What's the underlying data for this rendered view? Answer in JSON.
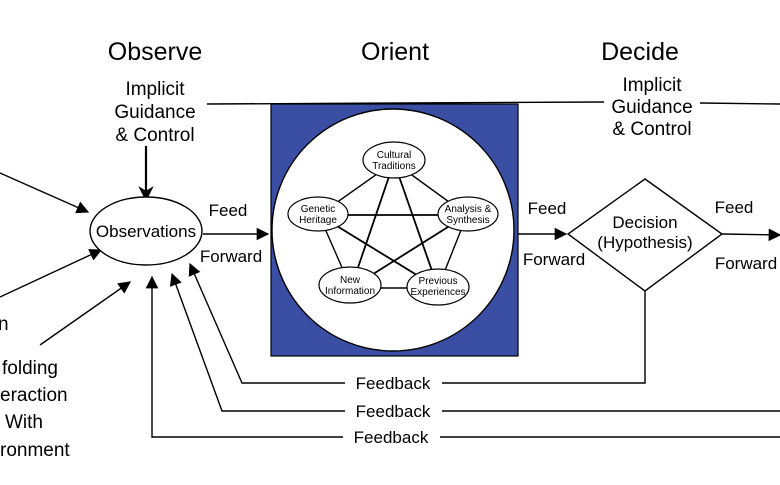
{
  "headings": {
    "observe": "Observe",
    "orient": "Orient",
    "decide": "Decide"
  },
  "implicit_left": [
    "Implicit",
    "Guidance",
    "& Control"
  ],
  "implicit_right": [
    "Implicit",
    "Guidance",
    "& Control"
  ],
  "observations": "Observations",
  "feed_forward_1": [
    "Feed",
    "Forward"
  ],
  "feed_forward_2": [
    "Feed",
    "Forward"
  ],
  "feed_forward_3": [
    "Feed",
    "Forward"
  ],
  "decision": [
    "Decision",
    "(Hypothesis)"
  ],
  "orient_nodes": {
    "cultural": [
      "Cultural",
      "Traditions"
    ],
    "genetic": [
      "Genetic",
      "Heritage"
    ],
    "analysis": [
      "Analysis &",
      "Synthesis"
    ],
    "new_info": [
      "New",
      "Information"
    ],
    "previous": [
      "Previous",
      "Experiences"
    ]
  },
  "feedback": [
    "Feedback",
    "Feedback",
    "Feedback"
  ],
  "left_partial": [
    "n",
    "folding",
    "eraction",
    "With",
    "ronment"
  ],
  "colors": {
    "orient_box": "#3a4fa3",
    "ink": "#000000",
    "background": "#ffffff"
  }
}
